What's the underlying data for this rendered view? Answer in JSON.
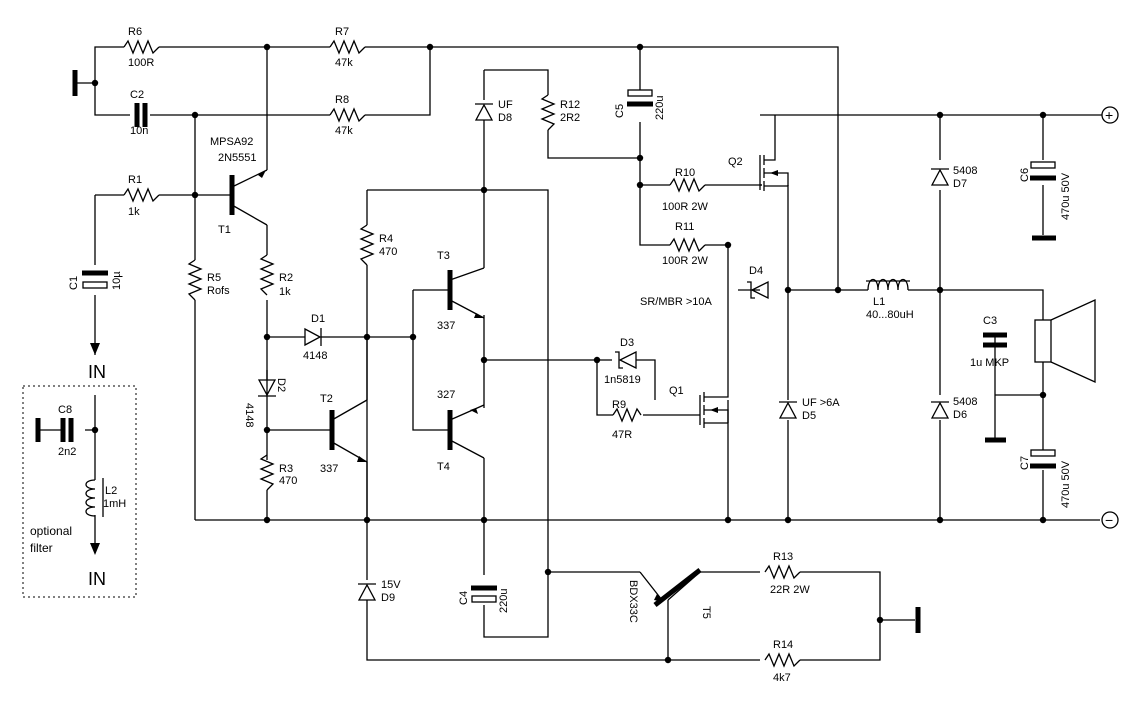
{
  "labels": {
    "r6": "R6",
    "r6v": "100R",
    "r7": "R7",
    "r7v": "47k",
    "r8": "R8",
    "r8v": "47k",
    "c2": "C2",
    "c2v": "10n",
    "t1a": "MPSA92",
    "t1b": "2N5551",
    "t1": "T1",
    "r1": "R1",
    "r1v": "1k",
    "c1": "C1",
    "c1v": "10µ",
    "r5": "R5",
    "r5v": "Rofs",
    "r2": "R2",
    "r2v": "1k",
    "d1": "D1",
    "d1v": "4148",
    "d2": "D2",
    "d2v": "4148",
    "r3": "R3",
    "r3v": "470",
    "t2": "T2",
    "t2v": "337",
    "r4": "R4",
    "r4v": "470",
    "t3": "T3",
    "t3v": "337",
    "t4": "T4",
    "t4v": "327",
    "d8": "D8",
    "d8v": "UF",
    "r12": "R12",
    "r12v": "2R2",
    "c5": "C5",
    "c5v": "220u",
    "r10": "R10",
    "r10v": "100R 2W",
    "r11": "R11",
    "r11v": "100R 2W",
    "q2": "Q2",
    "d4": "D4",
    "srmbr": "SR/MBR >10A",
    "d3": "D3",
    "d3v": "1n5819",
    "q1": "Q1",
    "r9": "R9",
    "r9v": "47R",
    "d5": "D5",
    "d5v": "UF >6A",
    "d7": "D7",
    "d7v": "5408",
    "d6": "D6",
    "d6v": "5408",
    "c6": "C6",
    "c6v": "470u 50V",
    "c7": "C7",
    "c7v": "470u 50V",
    "l1": "L1",
    "l1v": "40...80uH",
    "c3": "C3",
    "c3v": "1u MKP",
    "d9": "D9",
    "d9v": "15V",
    "c4": "C4",
    "c4v": "220u",
    "t5": "T5",
    "t5v": "BDX33C",
    "r13": "R13",
    "r13v": "22R 2W",
    "r14": "R14",
    "r14v": "4k7",
    "c8": "C8",
    "c8v": "2n2",
    "l2": "L2",
    "l2v": "1mH",
    "in1": "IN",
    "in2": "IN",
    "opt1": "optional",
    "opt2": "filter",
    "plus": "+",
    "minus": "−"
  }
}
